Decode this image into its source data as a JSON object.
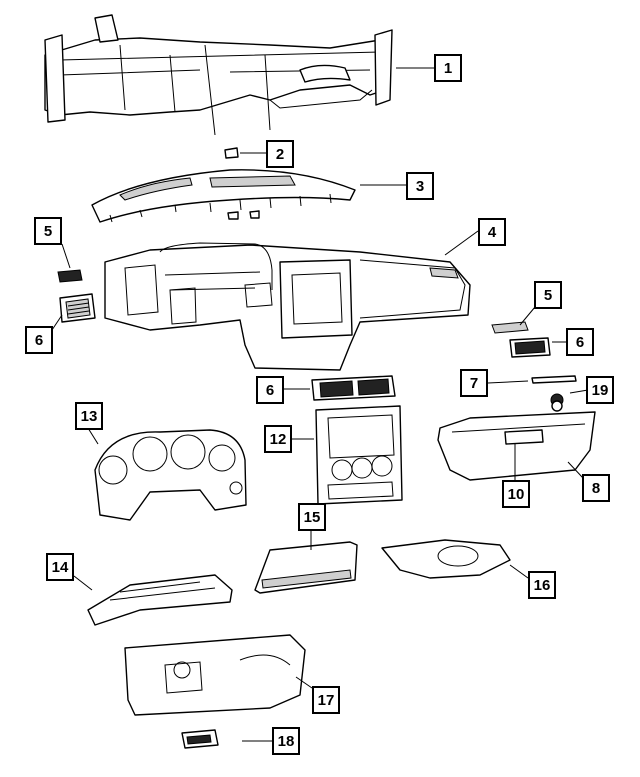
{
  "callouts": [
    {
      "id": "c1",
      "label": "1"
    },
    {
      "id": "c2",
      "label": "2"
    },
    {
      "id": "c3",
      "label": "3"
    },
    {
      "id": "c4",
      "label": "4"
    },
    {
      "id": "c5a",
      "label": "5"
    },
    {
      "id": "c5b",
      "label": "5"
    },
    {
      "id": "c6a",
      "label": "6"
    },
    {
      "id": "c6b",
      "label": "6"
    },
    {
      "id": "c6c",
      "label": "6"
    },
    {
      "id": "c7",
      "label": "7"
    },
    {
      "id": "c8",
      "label": "8"
    },
    {
      "id": "c10",
      "label": "10"
    },
    {
      "id": "c12",
      "label": "12"
    },
    {
      "id": "c13",
      "label": "13"
    },
    {
      "id": "c14",
      "label": "14"
    },
    {
      "id": "c15",
      "label": "15"
    },
    {
      "id": "c16",
      "label": "16"
    },
    {
      "id": "c17",
      "label": "17"
    },
    {
      "id": "c18",
      "label": "18"
    },
    {
      "id": "c19",
      "label": "19"
    }
  ]
}
